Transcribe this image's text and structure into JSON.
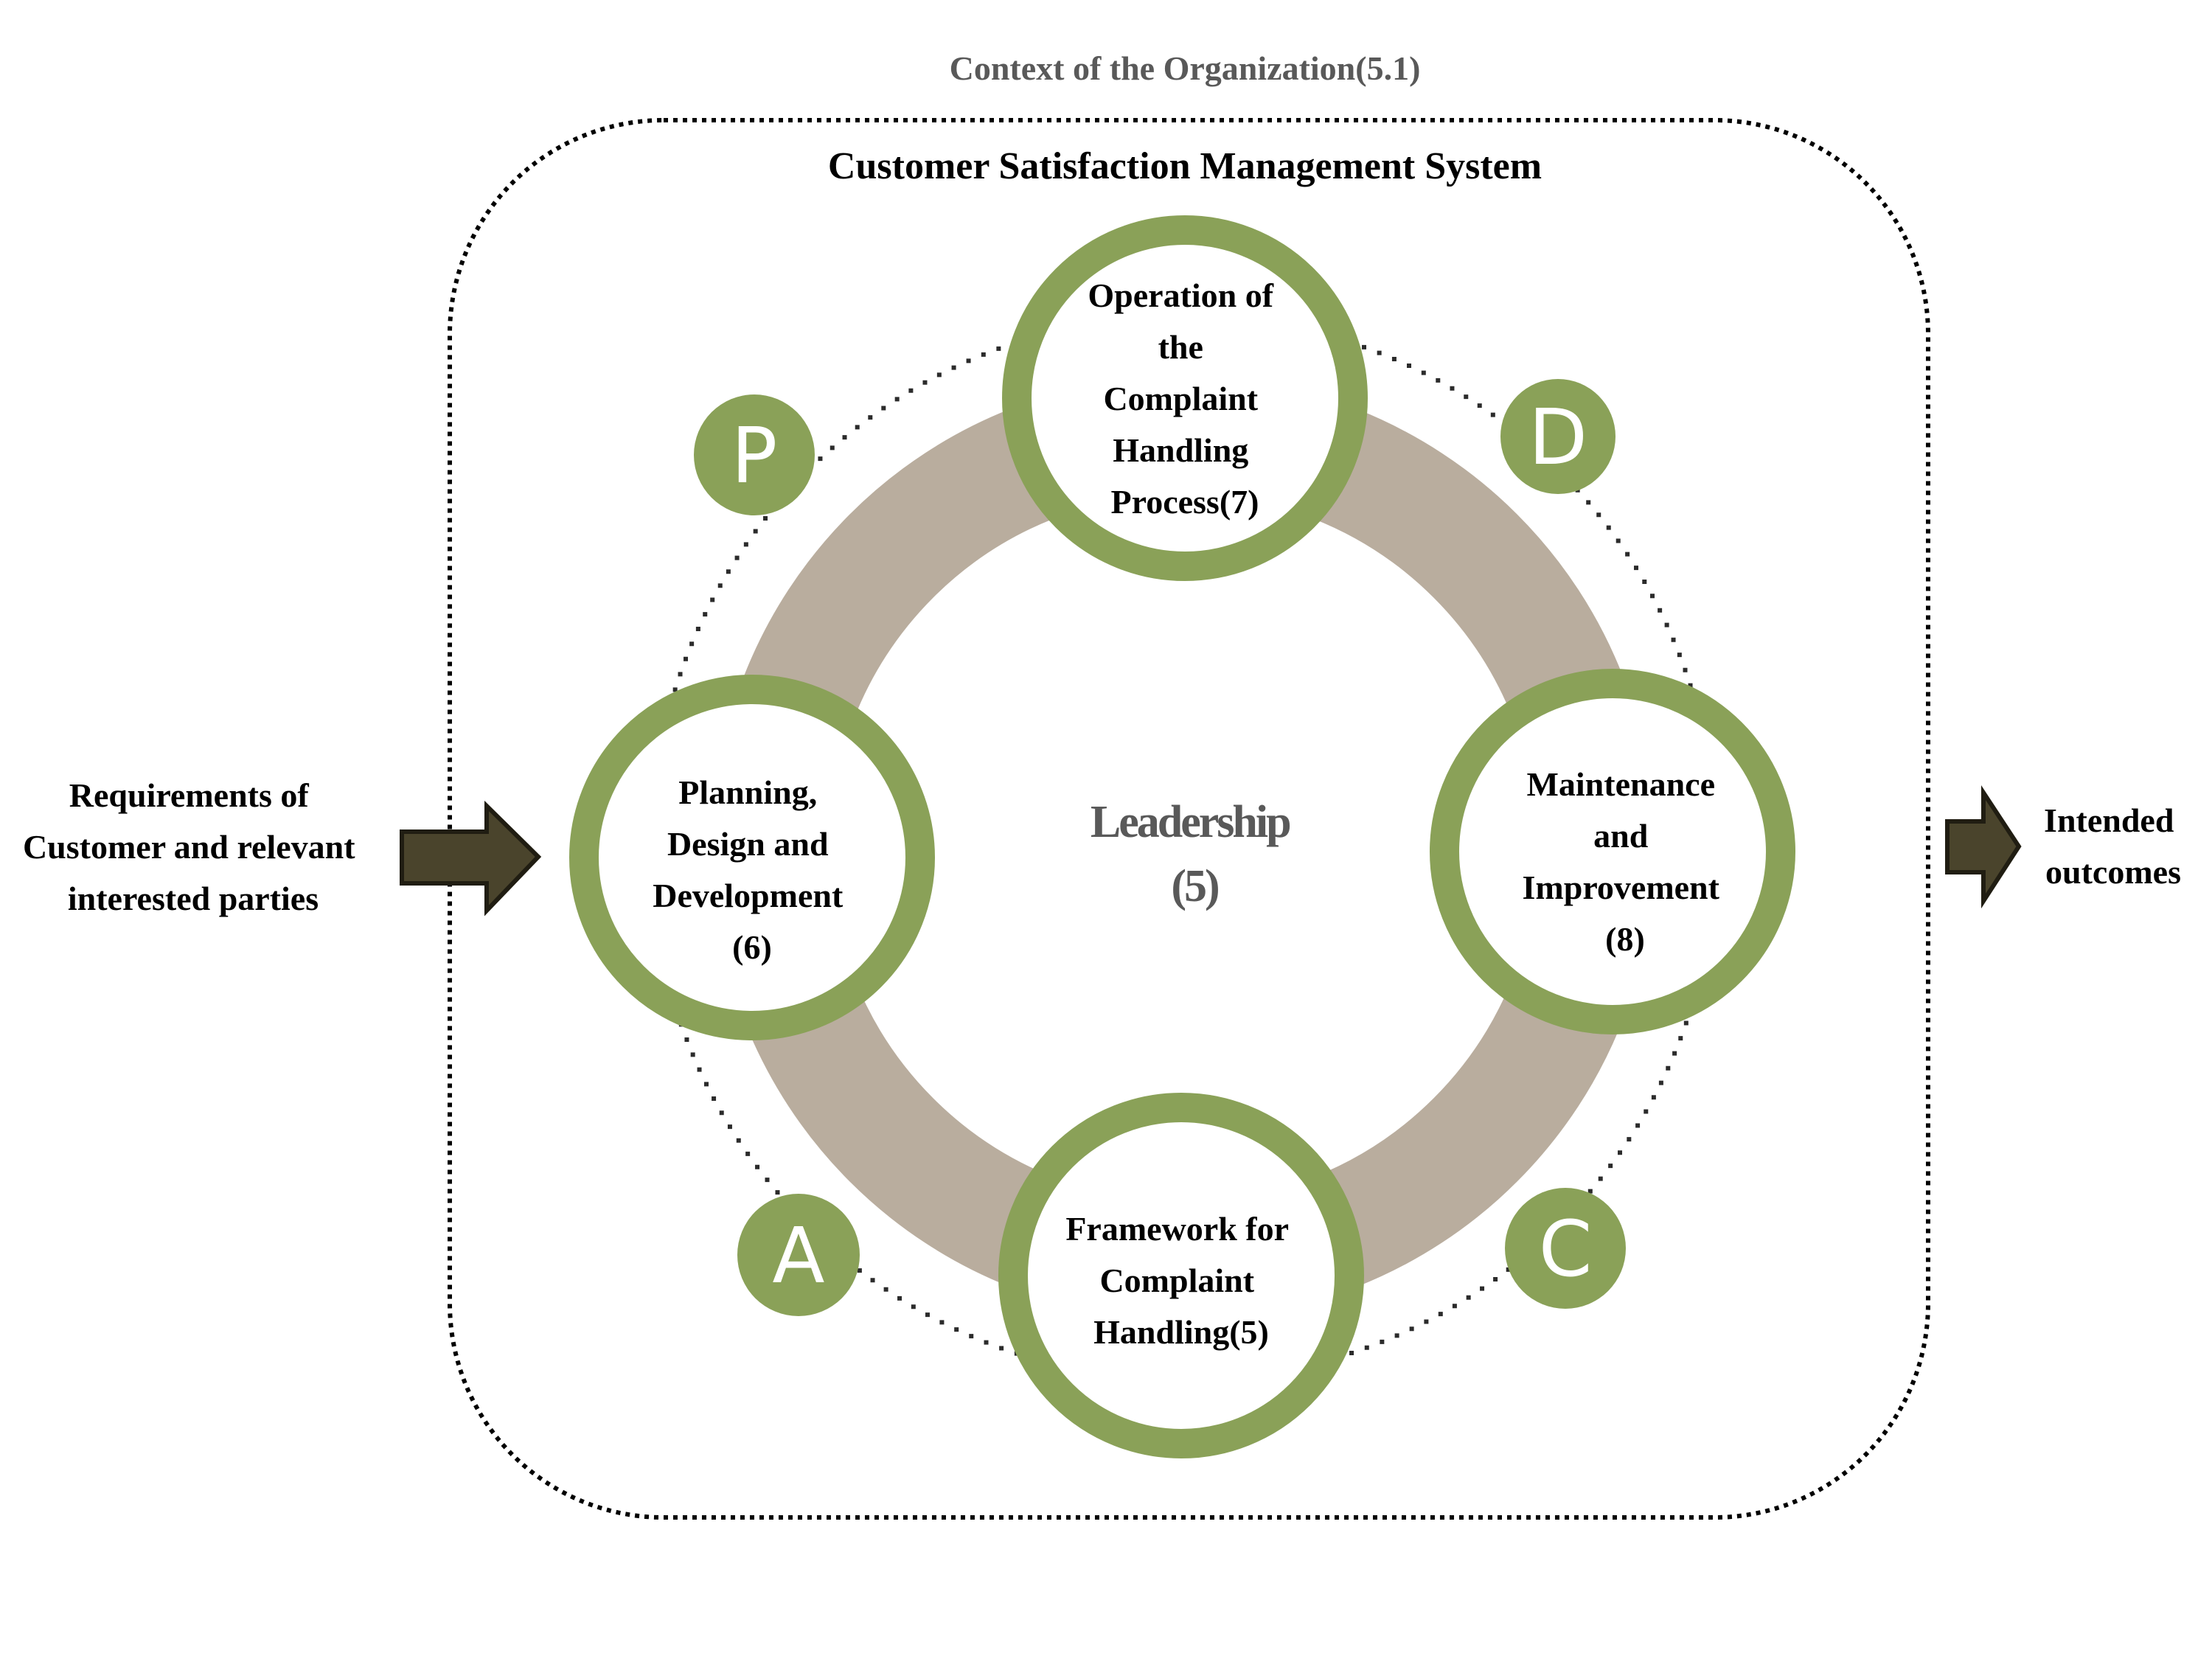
{
  "context_title": "Context of the Organization(5.1)",
  "system_title": "Customer Satisfaction Management System",
  "center": {
    "label": "Leadership",
    "clause": "(5)"
  },
  "nodes": {
    "top": {
      "lines": [
        "Operation of",
        "the",
        "Complaint",
        "Handling",
        "Process(7)"
      ]
    },
    "left": {
      "lines": [
        "Planning,",
        "Design and",
        "Development",
        "(6)"
      ]
    },
    "right": {
      "lines": [
        "Maintenance",
        "and",
        "Improvement",
        "(8)"
      ]
    },
    "bottom": {
      "lines": [
        "Framework for",
        "Complaint",
        "Handling(5)"
      ]
    }
  },
  "pdca": {
    "plan": "P",
    "do": "D",
    "check": "C",
    "act": "A"
  },
  "input": {
    "lines": [
      "Requirements of",
      "Customer and relevant",
      "interested parties"
    ]
  },
  "output": {
    "lines": [
      "Intended",
      "outcomes"
    ]
  },
  "colors": {
    "node_ring": "#8aa158",
    "cycle_ring": "#b9ad9e",
    "arrow_fill": "#4a442c",
    "arrow_stroke": "#201d12",
    "context_text": "#595959",
    "leadership_text": "#595959"
  }
}
